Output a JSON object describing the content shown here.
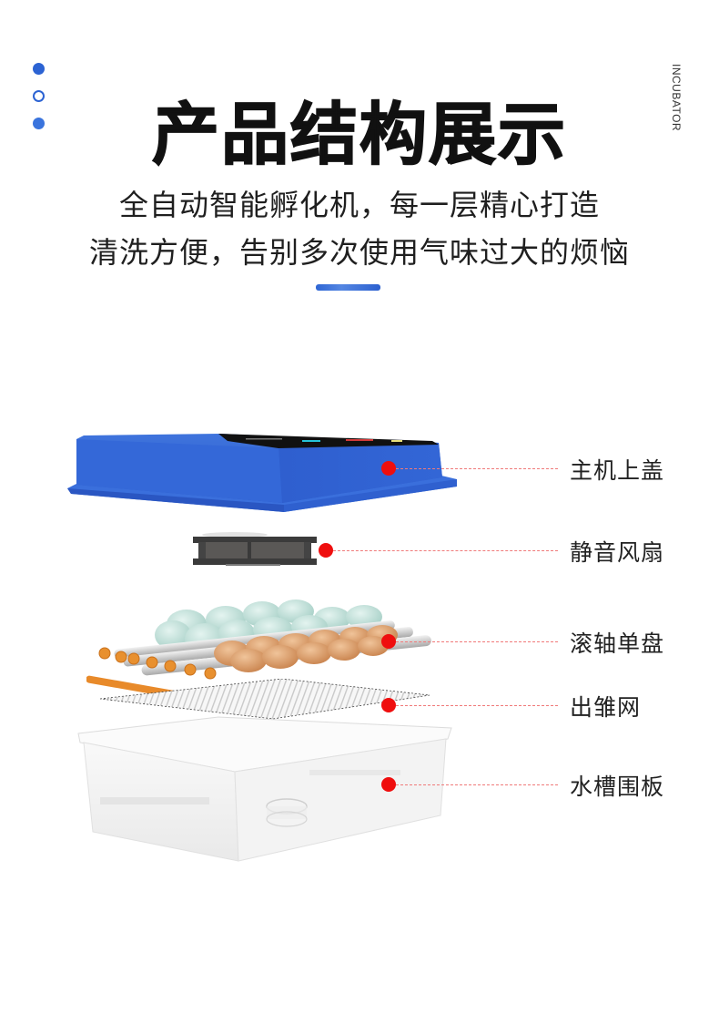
{
  "header": {
    "side_label": "INCUBATOR",
    "title": "产品结构展示",
    "subtitle_line1": "全自动智能孵化机，每一层精心打造",
    "subtitle_line2": "清洗方便，告别多次使用气味过大的烦恼"
  },
  "colors": {
    "accent_blue": "#2c63d3",
    "pin_red": "#ef0e0e",
    "leader_red": "#f07a7a",
    "lid_blue": "#2f5fcf",
    "egg_green": "#b9ddd6",
    "egg_brown": "#d69a6a",
    "roller_orange": "#e88a2a"
  },
  "diagram": {
    "parts": [
      {
        "id": "lid",
        "label": "主机上盖",
        "icon": "incubator-lid-image"
      },
      {
        "id": "fan",
        "label": "静音风扇",
        "icon": "fan-image"
      },
      {
        "id": "tray",
        "label": "滚轴单盘",
        "icon": "roller-egg-tray-image"
      },
      {
        "id": "mesh",
        "label": "出雏网",
        "icon": "hatching-mesh-image"
      },
      {
        "id": "box",
        "label": "水槽围板",
        "icon": "water-tank-base-image"
      }
    ]
  }
}
